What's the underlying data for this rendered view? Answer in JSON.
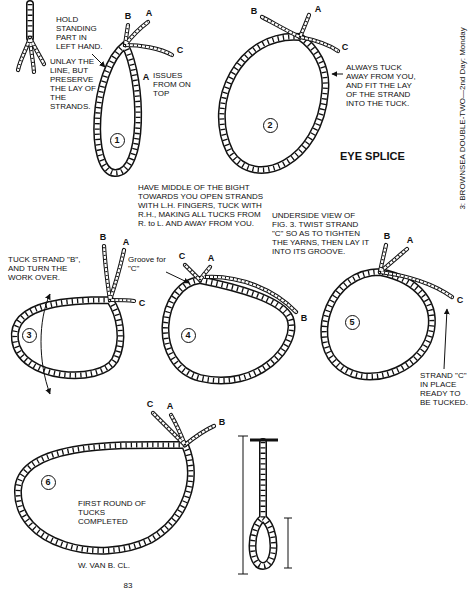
{
  "diagram": {
    "title": "EYE SPLICE",
    "nodes": [
      {
        "text": [
          "1"
        ]
      },
      {
        "text": [
          "2"
        ]
      },
      {
        "text": [
          "3"
        ]
      },
      {
        "text": [
          "4"
        ]
      },
      {
        "text": [
          "5"
        ]
      },
      {
        "text": [
          "6"
        ]
      }
    ],
    "labels": [
      "UNLAY THE LINE, BUT PRESERVE THE LAY OF THE STRANDS.",
      "HOLD STANDING PART IN LEFT HAND.",
      "B",
      "A",
      "C",
      "A",
      "ISSUES FROM ON TOP",
      "B",
      "A",
      "C",
      "ALWAYS TUCK AWAY FROM YOU, AND FIT THE LAY OF THE STRAND INTO THE TUCK.",
      "3: BROWNSEA DOUBLE-TWO—2nd Day: Monday",
      "HAVE MIDDLE OF THE BIGHT TOWARDS YOU OPEN STRANDS WITH L.H. FINGERS, TUCK WITH R.H., MAKING ALL TUCKS FROM R. to L. AND AWAY FROM YOU.",
      "TUCK STRAND \"B\", AND TURN THE WORK OVER.",
      "B",
      "A",
      "C",
      "Groove for \"C\"",
      "C",
      "A",
      "B",
      "UNDERSIDE VIEW OF FIG. 3. TWIST STRAND \"C\" SO AS TO TIGHTEN THE YARNS, THEN LAY IT INTO ITS GROOVE.",
      "B",
      "A",
      "C",
      "STRAND \"C\" IN PLACE READY TO BE TUCKED.",
      "C",
      "A",
      "B",
      "FIRST ROUND OF TUCKS COMPLETED",
      "W. VAN B. CL.",
      "83"
    ]
  }
}
